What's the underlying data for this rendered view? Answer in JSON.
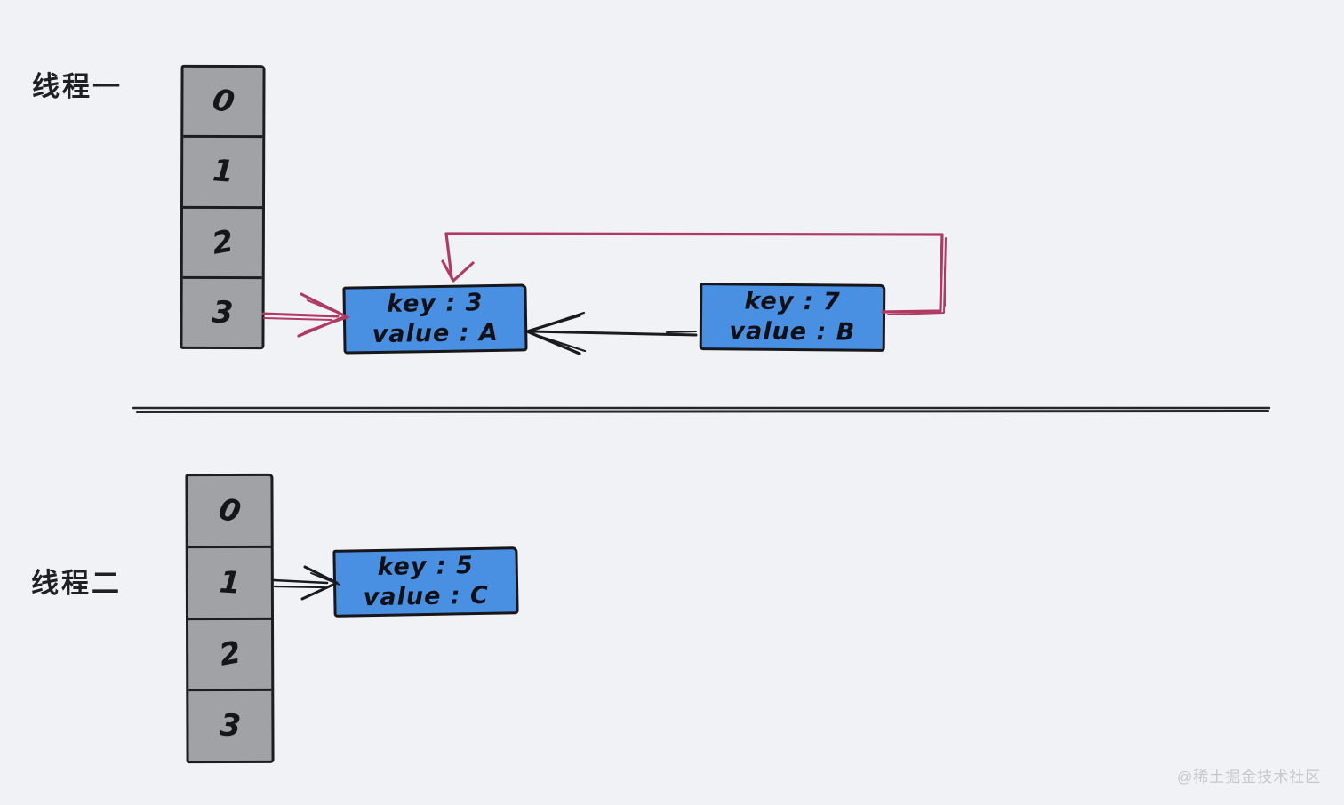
{
  "diagram": {
    "title": "hashmap-concurrent-resize-diagram",
    "background": "#f1f2f5",
    "watermark": "@稀土掘金技术社区"
  },
  "colors": {
    "node_fill": "#4a90e2",
    "node_border": "#17171b",
    "array_fill": "#a0a2a6",
    "array_border": "#1d1d21",
    "arrow_red": "#b03a62",
    "arrow_black": "#1b1b1f",
    "divider": "#26262a",
    "label_text": "#1f2024",
    "watermark_text": "#c6c7cb"
  },
  "threads": [
    {
      "label": "线程一",
      "cells": [
        "0",
        "1",
        "2",
        "3"
      ]
    },
    {
      "label": "线程二",
      "cells": [
        "0",
        "1",
        "2",
        "3"
      ]
    }
  ],
  "nodes": [
    {
      "id": "node-key3",
      "key": "key : 3",
      "value": "value : A"
    },
    {
      "id": "node-key7",
      "key": "key : 7",
      "value": "value : B"
    },
    {
      "id": "node-key5",
      "key": "key : 5",
      "value": "value : C"
    }
  ],
  "edges": [
    {
      "from": "thread1-bucket-3",
      "to": "node-key3",
      "color": "red"
    },
    {
      "from": "node-key7",
      "to": "node-key3",
      "color": "black"
    },
    {
      "from": "node-key7",
      "to": "node-key3",
      "color": "red",
      "shape": "loop-over-top"
    },
    {
      "from": "thread2-bucket-1",
      "to": "node-key5",
      "color": "black"
    }
  ]
}
